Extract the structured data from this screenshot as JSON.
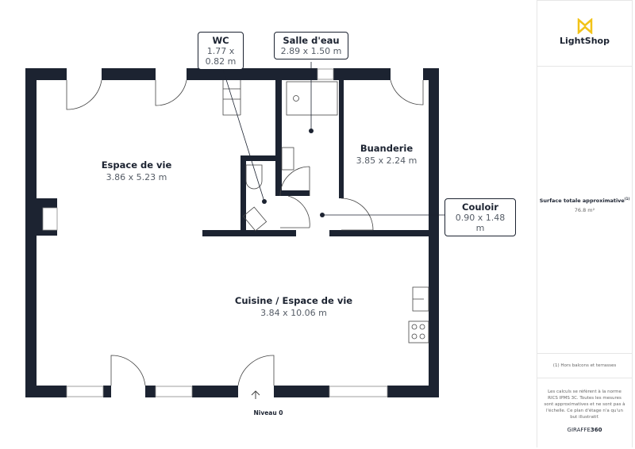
{
  "rooms": [
    {
      "name": "Espace de vie",
      "dims": "3.86 x 5.23 m"
    },
    {
      "name": "Buanderie",
      "dims": "3.85 x 2.24 m"
    },
    {
      "name": "Cuisine / Espace de vie",
      "dims": "3.84 x 10.06 m"
    }
  ],
  "callouts": [
    {
      "name": "WC",
      "dims": "1.77 x 0.82 m"
    },
    {
      "name": "Salle d'eau",
      "dims": "2.89 x 1.50 m"
    },
    {
      "name": "Couloir",
      "dims": "0.90 x 1.48 m"
    }
  ],
  "level": "Niveau 0",
  "sidebar": {
    "logo": "LightShop",
    "logo_color": "#f2c318",
    "surface_label": "Surface totale approximative",
    "surface_sup": "(1)",
    "surface_value": "76.8 m²",
    "note": "(1) Hors balcons et terrasses",
    "disclaimer": "Les calculs se réfèrent à la norme RICS IPMS 3C. Toutes les mesures sont approximatives et ne sont pas à l'échelle. Ce plan d'étage n'a qu'un but illustratif.",
    "brand_a": "GIRAFFE",
    "brand_b": "360"
  },
  "colors": {
    "wall": "#1c2331"
  }
}
